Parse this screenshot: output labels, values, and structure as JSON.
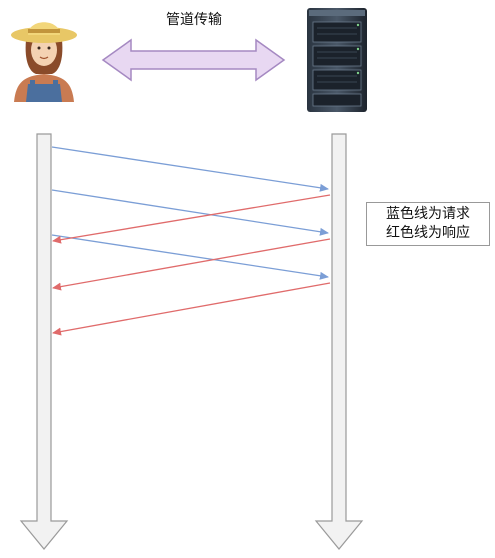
{
  "header": {
    "pipe_label": "管道传输"
  },
  "legend": {
    "line1": "蓝色线为请求",
    "line2": "红色线为响应"
  },
  "colors": {
    "request": "#7b9ed6",
    "response": "#e06b6b",
    "lane_fill": "#f2f2f2",
    "lane_stroke": "#9a9a9a",
    "pipe_fill": "#e8d8f2",
    "pipe_stroke": "#a589c2"
  },
  "icons": {
    "client": "farmer-person-icon",
    "server": "server-rack-icon"
  }
}
